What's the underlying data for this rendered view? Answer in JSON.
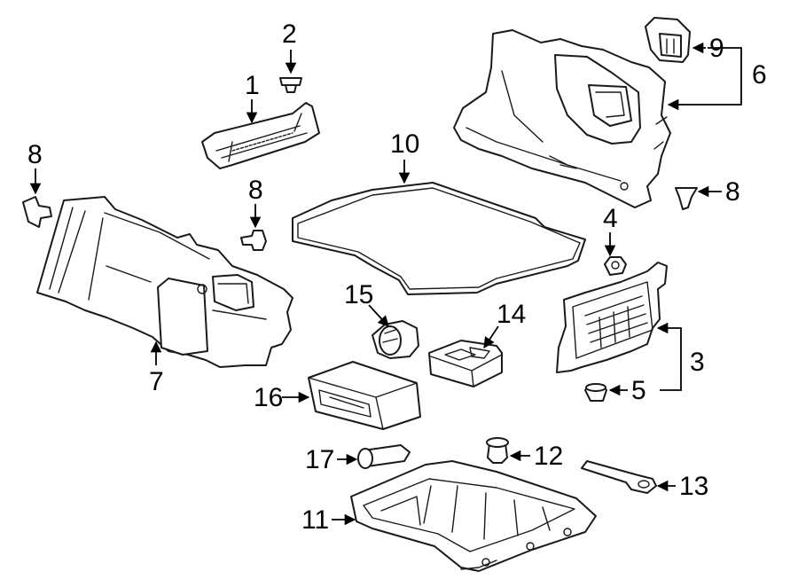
{
  "callouts": {
    "c1": "1",
    "c2": "2",
    "c3": "3",
    "c4": "4",
    "c5": "5",
    "c6": "6",
    "c7": "7",
    "c8a": "8",
    "c8b": "8",
    "c8c": "8",
    "c9": "9",
    "c10": "10",
    "c11": "11",
    "c12": "12",
    "c13": "13",
    "c14": "14",
    "c15": "15",
    "c16": "16",
    "c17": "17"
  },
  "colors": {
    "line": "#1a1a1a",
    "background": "#ffffff"
  }
}
